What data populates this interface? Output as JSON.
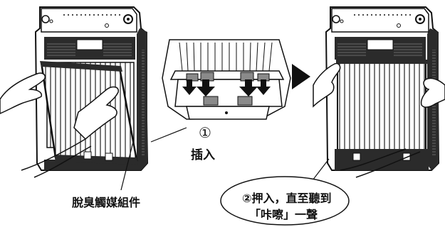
{
  "labels": {
    "step1_number": "①",
    "step1_text": "插入",
    "part_name": "脫臭觸媒組件",
    "step2_line1": "②押入，直至聽到",
    "step2_line2": "「咔嚓」一聲"
  },
  "icons": {
    "next_arrow": "right-pointing-triangle",
    "insert_arrows": "down-arrows"
  },
  "colors": {
    "line": "#111111",
    "body_dark": "#2b2b2b",
    "panel_gray": "#8a8a8a",
    "background": "#ffffff"
  }
}
